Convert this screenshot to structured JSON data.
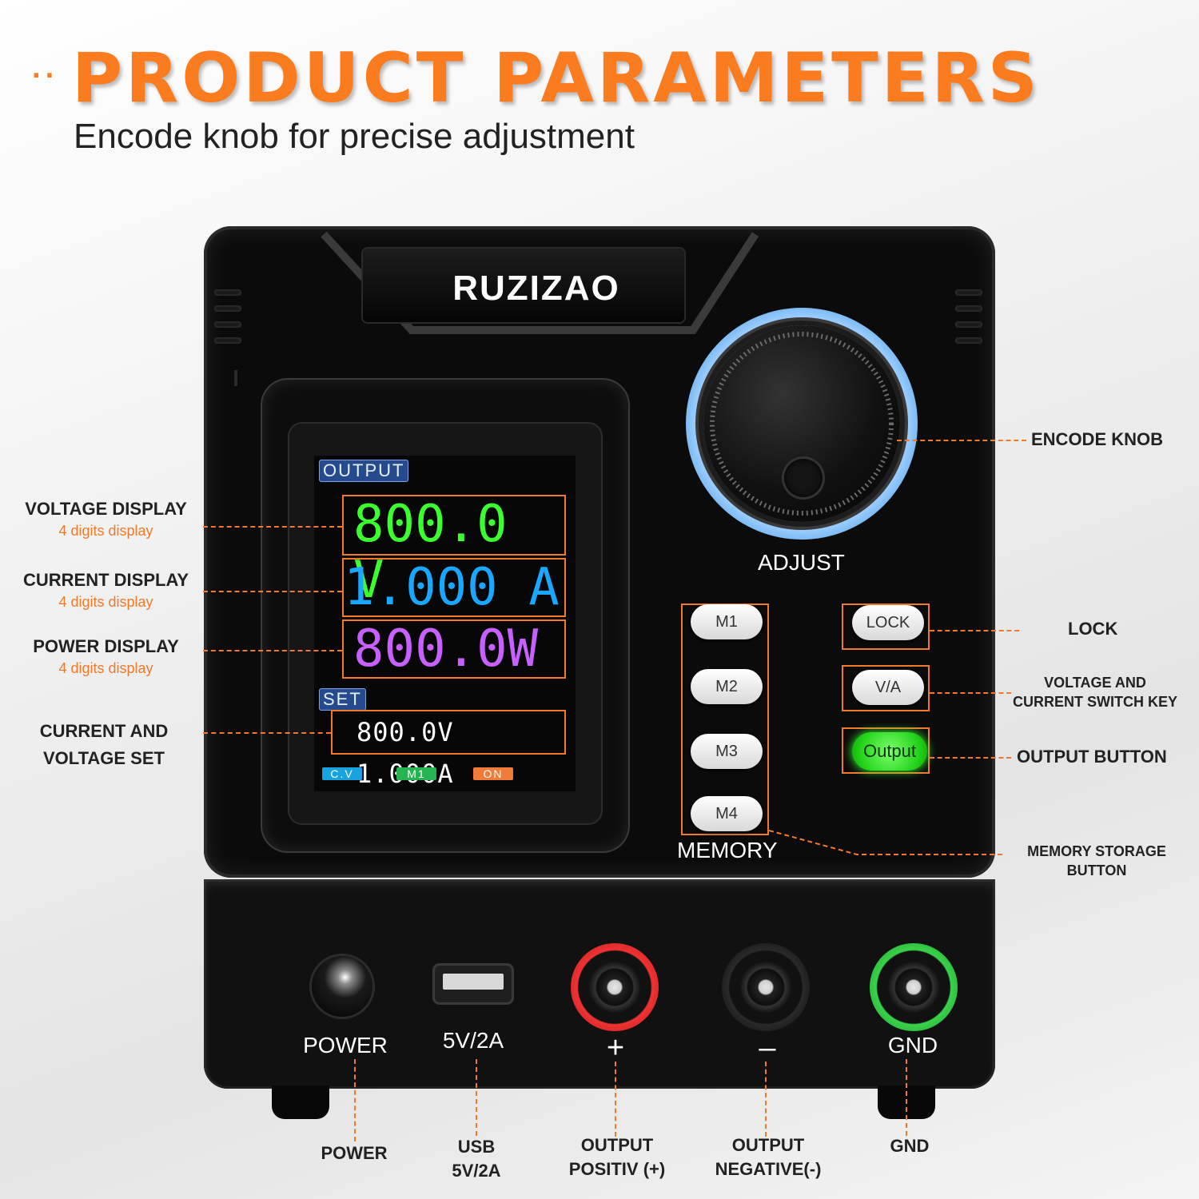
{
  "header": {
    "title": "PRODUCT PARAMETERS",
    "subtitle": "Encode knob for precise adjustment"
  },
  "device": {
    "brand": "RUZIZAO",
    "screen": {
      "output_tag": "OUTPUT",
      "voltage": "800.0 V",
      "current": "1.000 A",
      "power": "800.0W",
      "set_tag": "SET",
      "set_values": "800.0V 1.000A",
      "status": [
        "C.V",
        "M1",
        "ON"
      ]
    },
    "knob_label": "ADJUST",
    "memory_buttons": [
      "M1",
      "M2",
      "M3",
      "M4"
    ],
    "memory_label": "MEMORY",
    "lock_button": "LOCK",
    "va_button": "V/A",
    "output_button": "Output",
    "front": {
      "power": "POWER",
      "usb": "5V/2A",
      "plus": "+",
      "minus": "–",
      "gnd": "GND"
    },
    "colors": {
      "voltage": "#3cff2f",
      "current": "#1aa7ff",
      "power": "#c860ff",
      "accent": "#f27a2a"
    }
  },
  "callouts": {
    "voltage_display": {
      "title": "VOLTAGE DISPLAY",
      "sub": "4 digits display"
    },
    "current_display": {
      "title": "CURRENT DISPLAY",
      "sub": "4 digits display"
    },
    "power_display": {
      "title": "POWER DISPLAY",
      "sub": "4 digits display"
    },
    "set": {
      "line1": "CURRENT AND",
      "line2": "VOLTAGE SET"
    },
    "encode_knob": "ENCODE KNOB",
    "lock": "LOCK",
    "va": {
      "line1": "VOLTAGE AND",
      "line2": "CURRENT SWITCH KEY"
    },
    "output": "OUTPUT BUTTON",
    "memory": {
      "line1": "MEMORY STORAGE",
      "line2": "BUTTON"
    },
    "bottom": {
      "power": "POWER",
      "usb1": "USB",
      "usb2": "5V/2A",
      "pos1": "OUTPUT",
      "pos2": "POSITIV (+)",
      "neg1": "OUTPUT",
      "neg2": "NEGATIVE(-)",
      "gnd": "GND"
    }
  }
}
